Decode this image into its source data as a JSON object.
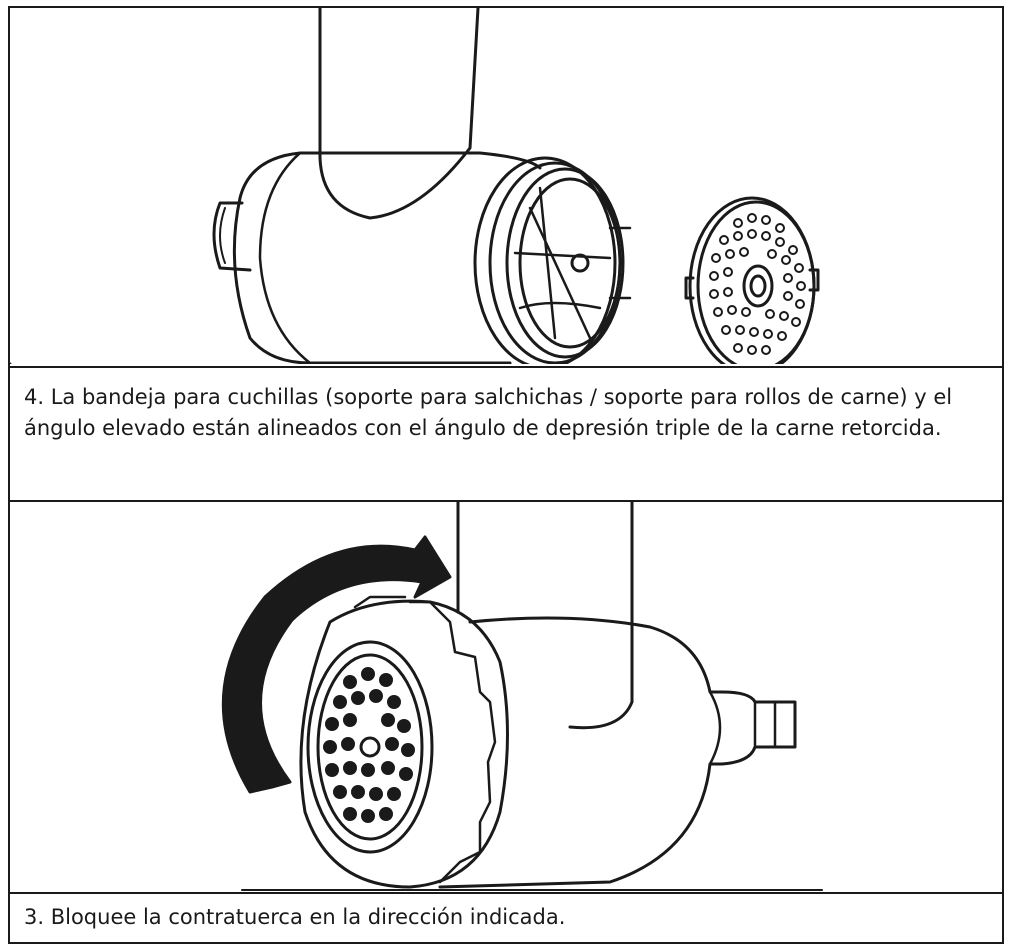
{
  "steps": [
    {
      "caption": "4. La bandeja para cuchillas (soporte para salchichas / soporte para rollos de carne) y el ángulo elevado están alineados con el ángulo de depresión triple de la carne retorcida.",
      "illustration_icon": "grinder-blade-and-plate-illustration"
    },
    {
      "caption": "3. Bloquee la contratuerca en la dirección indicada.",
      "illustration_icon": "grinder-lock-nut-rotation-illustration"
    }
  ],
  "colors": {
    "line": "#1a1a1a",
    "paper": "#ffffff"
  }
}
